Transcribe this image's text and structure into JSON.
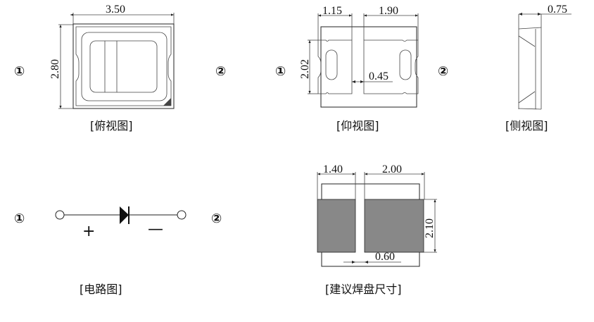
{
  "views": {
    "top": {
      "caption": "[俯视图]",
      "width_dim": "3.50",
      "height_dim": "2.80",
      "pin1": "①",
      "pin2": "②"
    },
    "bottom": {
      "caption": "[仰视图]",
      "left_dim": "1.15",
      "right_dim": "1.90",
      "height_dim": "2.02",
      "gap_dim": "0.45",
      "pin1": "①",
      "pin2": "②"
    },
    "side": {
      "caption": "[侧视图]",
      "thickness_dim": "0.75"
    },
    "circuit": {
      "caption": "[电路图]",
      "plus": "+",
      "minus": "—",
      "pin1": "①",
      "pin2": "②"
    },
    "pads": {
      "caption": "[建议焊盘尺寸]",
      "left_dim": "1.40",
      "right_dim": "2.00",
      "height_dim": "2.10",
      "gap_dim": "0.60"
    }
  },
  "colors": {
    "pad": "#888888",
    "line": "#222222"
  }
}
